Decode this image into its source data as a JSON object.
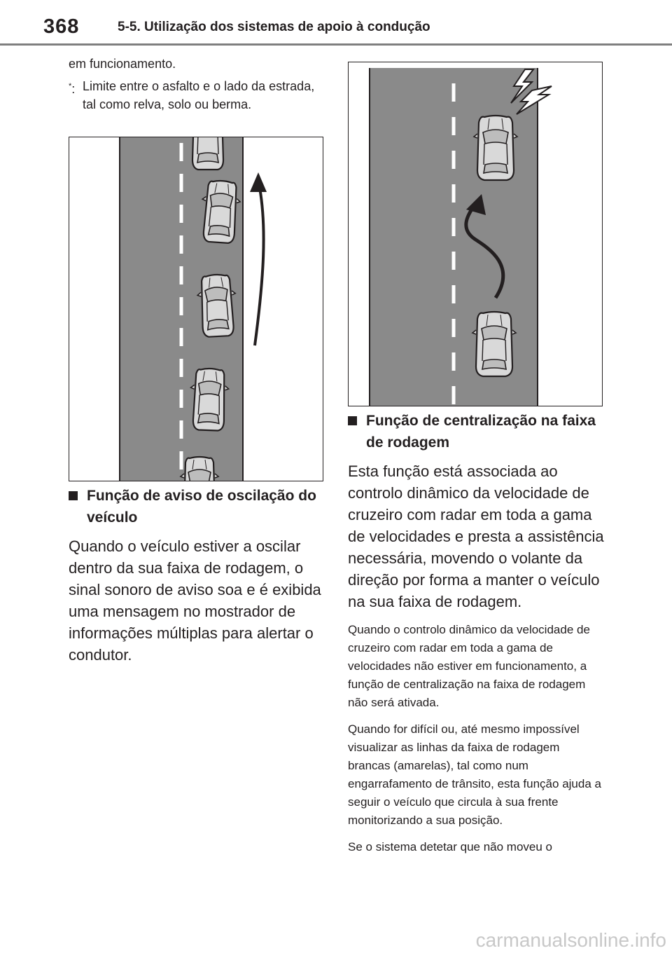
{
  "header": {
    "page_number": "368",
    "section_title": "5-5. Utilização dos sistemas de apoio à condução"
  },
  "left": {
    "continuation": "em funcionamento.",
    "footnote_mark": "*",
    "footnote_colon": ":",
    "footnote_text": "Limite entre o asfalto e o lado da estrada, tal como relva, solo ou berma.",
    "heading": "Função de aviso de oscilação do veículo",
    "body": "Quando o veículo estiver a oscilar dentro da sua faixa de rodagem, o sinal sonoro de aviso soa e é exibida uma mensagem no mostrador de informações múltiplas para alertar o condutor."
  },
  "right": {
    "heading": "Função de centralização na faixa de rodagem",
    "body": "Esta função está associada ao controlo dinâmico da velocidade de cruzeiro com radar em toda a gama de velocidades e presta a assistência necessária, movendo o volante da direção por forma a manter o veículo na sua faixa de rodagem.",
    "note1": "Quando o controlo dinâmico da velocidade de cruzeiro com radar em toda a gama de velocidades não estiver em funcionamento, a função de centralização na faixa de rodagem não será ativada.",
    "note2": "Quando for difícil ou, até mesmo impossível visualizar as linhas da faixa de rodagem brancas (amarelas), tal como num engarrafamento de trânsito, esta função ajuda a seguir o veículo que circula à sua frente monitorizando a sua posição.",
    "note3": "Se o sistema detetar que não moveu o"
  },
  "watermark": "carmanualsonline.info",
  "colors": {
    "road": "#8a8a8a",
    "car_body": "#d9d9d9",
    "lane_marking": "#ffffff",
    "ink": "#231f20"
  }
}
